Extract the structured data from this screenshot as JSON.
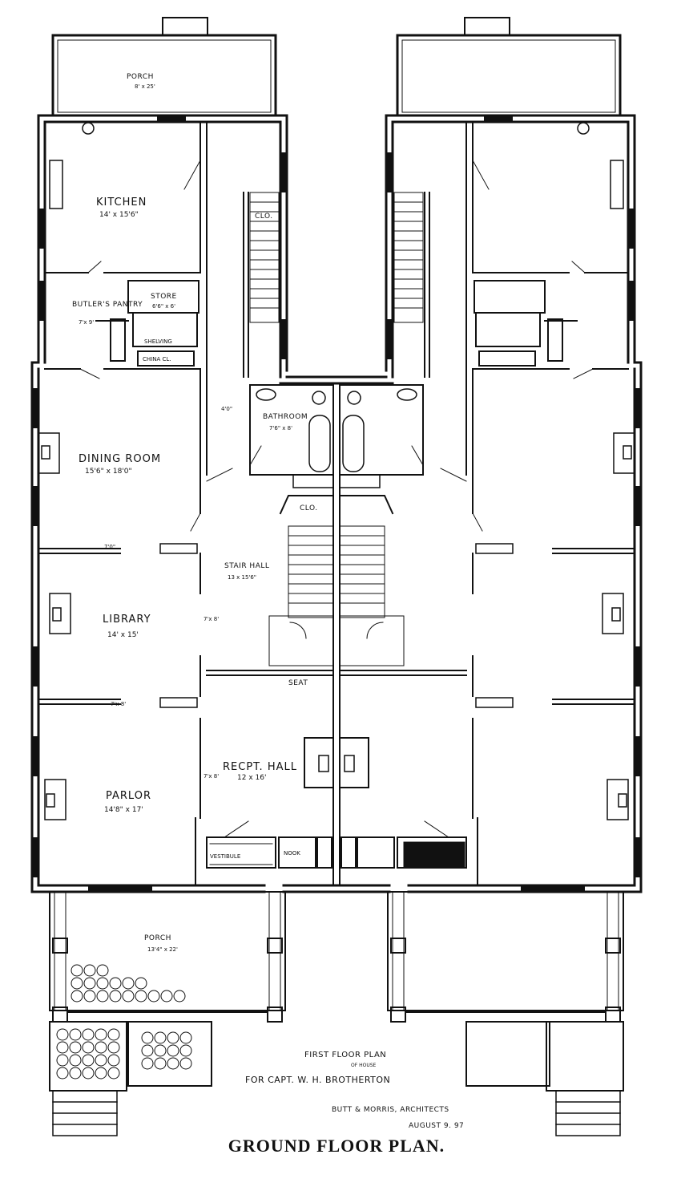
{
  "caption": "GROUND FLOOR PLAN.",
  "title_block": {
    "line1": "FIRST FLOOR PLAN",
    "line1_small": "OF HOUSE",
    "line2": "FOR CAPT. W. H. BROTHERTON",
    "line3": "BUTT & MORRIS, ARCHITECTS",
    "line4": "AUGUST 9. 97"
  },
  "rooms": {
    "rear_porch": {
      "name": "PORCH",
      "dim": "8' x 25'"
    },
    "kitchen": {
      "name": "KITCHEN",
      "dim": "14' x 15'6\""
    },
    "butlers_pantry": {
      "name": "BUTLER'S PANTRY",
      "dim": "7'x 9'"
    },
    "store": {
      "name": "STORE",
      "dim": "6'6\" x 6'"
    },
    "shelving": {
      "name": "SHELVING"
    },
    "china_closet": {
      "name": "CHINA CL."
    },
    "clo_upper": {
      "name": "CLO."
    },
    "bathroom": {
      "name": "BATHROOM",
      "dim": "7'6\" x 8'"
    },
    "clo_lower": {
      "name": "CLO."
    },
    "dining_room": {
      "name": "DINING ROOM",
      "dim": "15'6\" x 18'0\""
    },
    "stair_hall": {
      "name": "STAIR HALL",
      "dim": "13 x 15'6\""
    },
    "library": {
      "name": "LIBRARY",
      "dim": "14' x 15'"
    },
    "seat": {
      "name": "SEAT"
    },
    "recpt_hall": {
      "name": "RECPT. HALL",
      "dim": "12 x 16'"
    },
    "parlor": {
      "name": "PARLOR",
      "dim": "14'8\" x 17'"
    },
    "vestibule": {
      "name": "VESTIBULE"
    },
    "nook": {
      "name": "NOOK"
    },
    "front_porch": {
      "name": "PORCH",
      "dim": "13'4\" x 22'"
    }
  },
  "openings": {
    "dining_library": "7'0\"",
    "library_parlor": "7'x 8'",
    "library_hall": "7'x 8'",
    "parlor_hall": "7'x 8'",
    "kitchen_hall": "4'0\""
  }
}
